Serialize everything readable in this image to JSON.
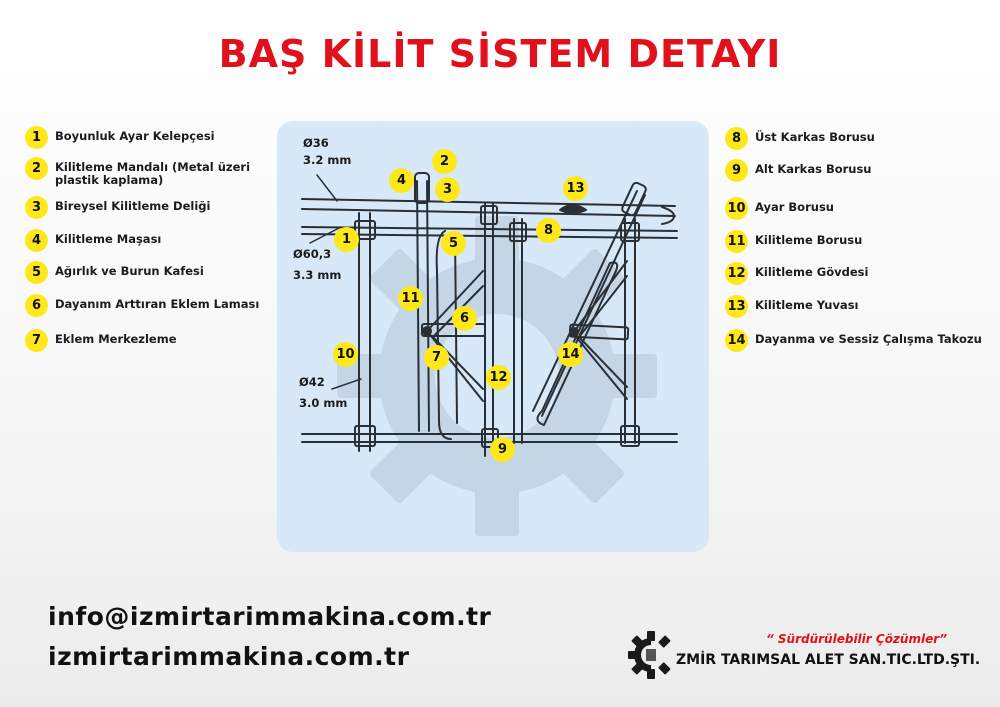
{
  "title": "BAŞ KİLİT SİSTEM DETAYI",
  "legend_left": [
    {
      "num": "1",
      "label": "Boyunluk Ayar Kelepçesi"
    },
    {
      "num": "2",
      "label": "Kilitleme Mandalı (Metal üzeri plastik kaplama)"
    },
    {
      "num": "3",
      "label": "Bireysel Kilitleme Deliği"
    },
    {
      "num": "4",
      "label": "Kilitleme Maşası"
    },
    {
      "num": "5",
      "label": "Ağırlık ve Burun Kafesi"
    },
    {
      "num": "6",
      "label": "Dayanım Arttıran Eklem Laması"
    },
    {
      "num": "7",
      "label": "Eklem Merkezleme"
    }
  ],
  "legend_right": [
    {
      "num": "8",
      "label": "Üst Karkas Borusu"
    },
    {
      "num": "9",
      "label": "Alt Karkas Borusu"
    },
    {
      "num": "10",
      "label": "Ayar Borusu"
    },
    {
      "num": "11",
      "label": "Kilitleme Borusu"
    },
    {
      "num": "12",
      "label": "Kilitleme Gövdesi"
    },
    {
      "num": "13",
      "label": "Kilitleme Yuvası"
    },
    {
      "num": "14",
      "label": "Dayanma ve Sessiz Çalışma Takozu"
    }
  ],
  "diagram": {
    "dimensions": {
      "d1_diameter": "Ø36",
      "d1_thickness": "3.2 mm",
      "d2_diameter": "Ø60,3",
      "d2_thickness": "3.3 mm",
      "d3_diameter": "Ø42",
      "d3_thickness": "3.0 mm"
    },
    "markers": [
      "1",
      "2",
      "3",
      "4",
      "5",
      "6",
      "7",
      "8",
      "9",
      "10",
      "11",
      "12",
      "13",
      "14"
    ]
  },
  "contact": {
    "email": "info@izmirtarimmakina.com.tr",
    "website": "izmirtarimmakina.com.tr"
  },
  "footer": {
    "slogan": "“ Sürdürülebilir Çözümler”",
    "company": "ZMİR TARIMSAL ALET SAN.TIC.LTD.ŞTI."
  },
  "colors": {
    "title_red": "#e0111b",
    "badge_yellow": "#ffe81a",
    "panel_blue": "#d7e9f8"
  },
  "icons": [
    "gear-logo-icon"
  ]
}
